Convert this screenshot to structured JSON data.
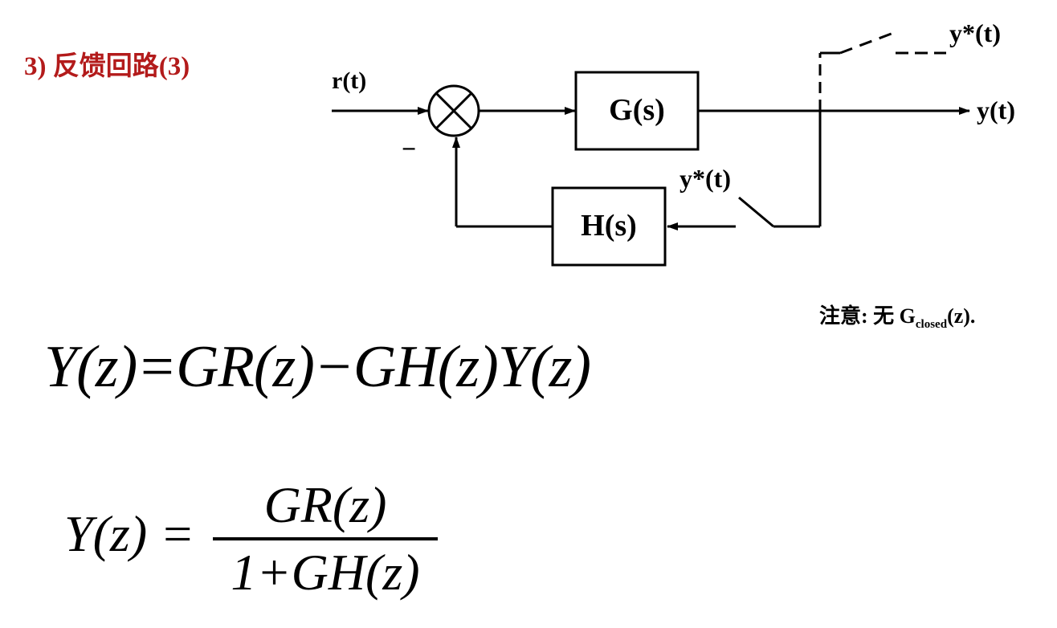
{
  "title": "3) 反馈回路(3)",
  "diagram": {
    "input_label": "r(t)",
    "minus_sign": "−",
    "forward_block": "G(s)",
    "feedback_block": "H(s)",
    "output_label": "y(t)",
    "sampled_output_top": "y*(t)",
    "sampled_output_feedback": "y*(t)"
  },
  "note": {
    "prefix": "注意: 无 G",
    "subscript": "closed",
    "suffix": "(z)."
  },
  "equations": {
    "eq1": "Y(z)=GR(z)−GH(z)Y(z)",
    "eq2_lhs": "Y(z) =",
    "eq2_numerator": "GR(z)",
    "eq2_denominator": "1+GH(z)"
  }
}
